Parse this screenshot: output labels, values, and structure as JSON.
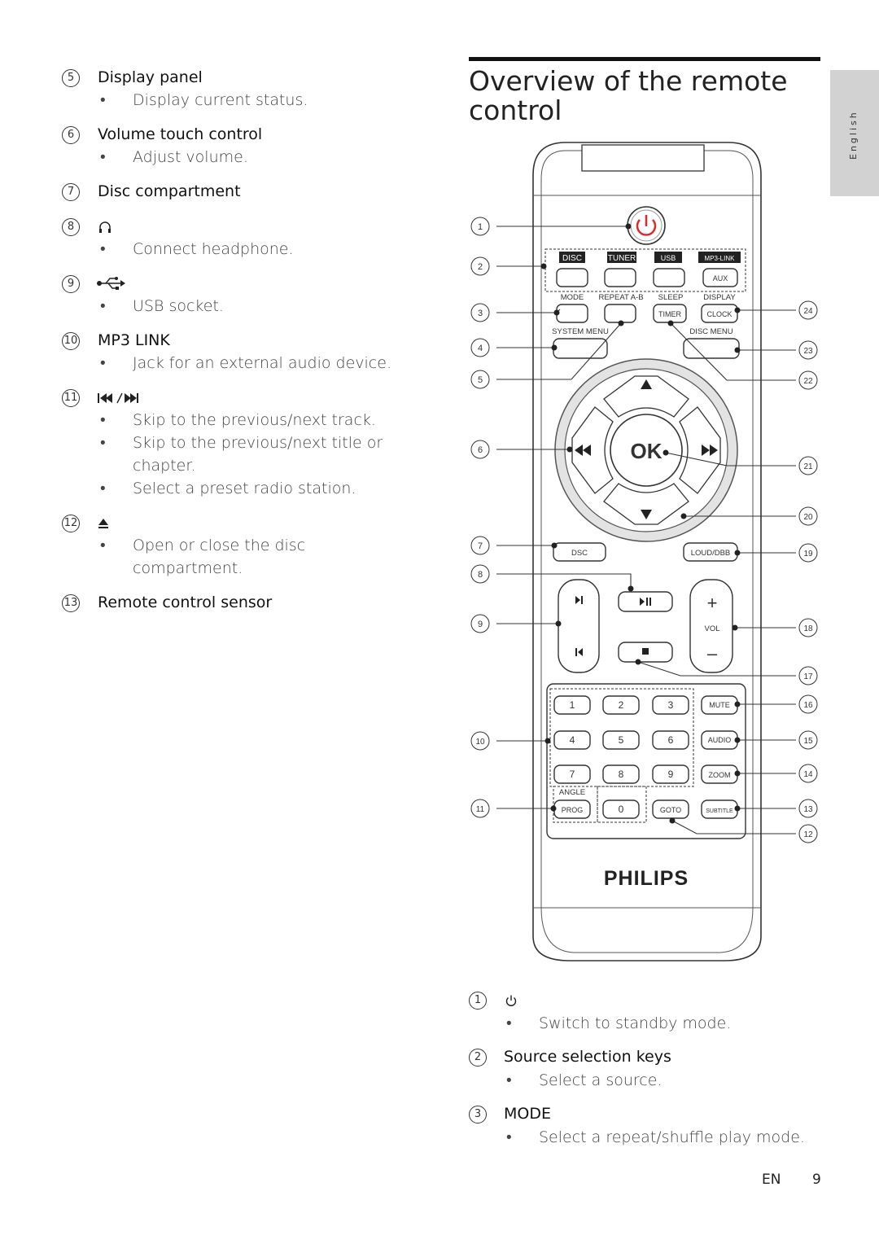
{
  "left_items": [
    {
      "num": "5",
      "title": "Display panel",
      "bullets": [
        "Display current status."
      ]
    },
    {
      "num": "6",
      "title": "Volume touch control",
      "bullets": [
        "Adjust volume."
      ]
    },
    {
      "num": "7",
      "title": "Disc compartment",
      "bullets": []
    },
    {
      "num": "8",
      "icon": "headphone-icon",
      "bullets": [
        "Connect headphone."
      ]
    },
    {
      "num": "9",
      "icon": "usb-icon",
      "bullets": [
        "USB socket."
      ]
    },
    {
      "num": "10",
      "title": "MP3 LINK",
      "bullets": [
        "Jack for an external audio device."
      ]
    },
    {
      "num": "11",
      "icon": "prev-next-icon",
      "bullets": [
        "Skip to the previous/next track.",
        "Skip to the previous/next title or",
        "chapter.",
        "Select a preset radio station."
      ]
    },
    {
      "num": "12",
      "icon": "eject-icon",
      "bullets": [
        "Open or close the disc",
        "compartment."
      ]
    },
    {
      "num": "13",
      "title": "Remote control sensor",
      "bullets": []
    }
  ],
  "section_title_line1": "Overview of the remote",
  "section_title_line2": "control",
  "side_tab": "English",
  "remote": {
    "brand": "PHILIPS",
    "labels": {
      "disc": "DISC",
      "tuner": "TUNER",
      "usb": "USB",
      "mp3link": "MP3-LINK",
      "aux": "AUX",
      "mode": "MODE",
      "repeat": "REPEAT A-B",
      "sleep": "SLEEP",
      "display": "DISPLAY",
      "timer": "TIMER",
      "clock": "CLOCK",
      "system_menu": "SYSTEM MENU",
      "disc_menu": "DISC MENU",
      "ok": "OK",
      "dsc": "DSC",
      "loud": "LOUD/DBB",
      "vol": "VOL",
      "plus": "+",
      "minus": "–",
      "k1": "1",
      "k2": "2",
      "k3": "3",
      "k4": "4",
      "k5": "5",
      "k6": "6",
      "k7": "7",
      "k8": "8",
      "k9": "9",
      "k0": "0",
      "mute": "MUTE",
      "audio": "AUDIO",
      "zoom": "ZOOM",
      "angle": "ANGLE",
      "prog": "PROG",
      "goto": "GOTO",
      "subtitle": "SUBTITLE"
    },
    "callouts_left": [
      "1",
      "2",
      "3",
      "4",
      "5",
      "6",
      "7",
      "8",
      "9",
      "10",
      "11"
    ],
    "callouts_right": [
      "24",
      "23",
      "22",
      "21",
      "20",
      "19",
      "18",
      "17",
      "16",
      "15",
      "14",
      "13",
      "12"
    ]
  },
  "bottom_items": [
    {
      "num": "1",
      "icon": "power-icon",
      "bullets": [
        "Switch to standby mode."
      ]
    },
    {
      "num": "2",
      "title": "Source selection keys",
      "bullets": [
        "Select a source."
      ]
    },
    {
      "num": "3",
      "title": "MODE",
      "bullets": [
        "Select a repeat/shuffle play mode."
      ]
    }
  ],
  "footer": {
    "lang": "EN",
    "page": "9"
  }
}
